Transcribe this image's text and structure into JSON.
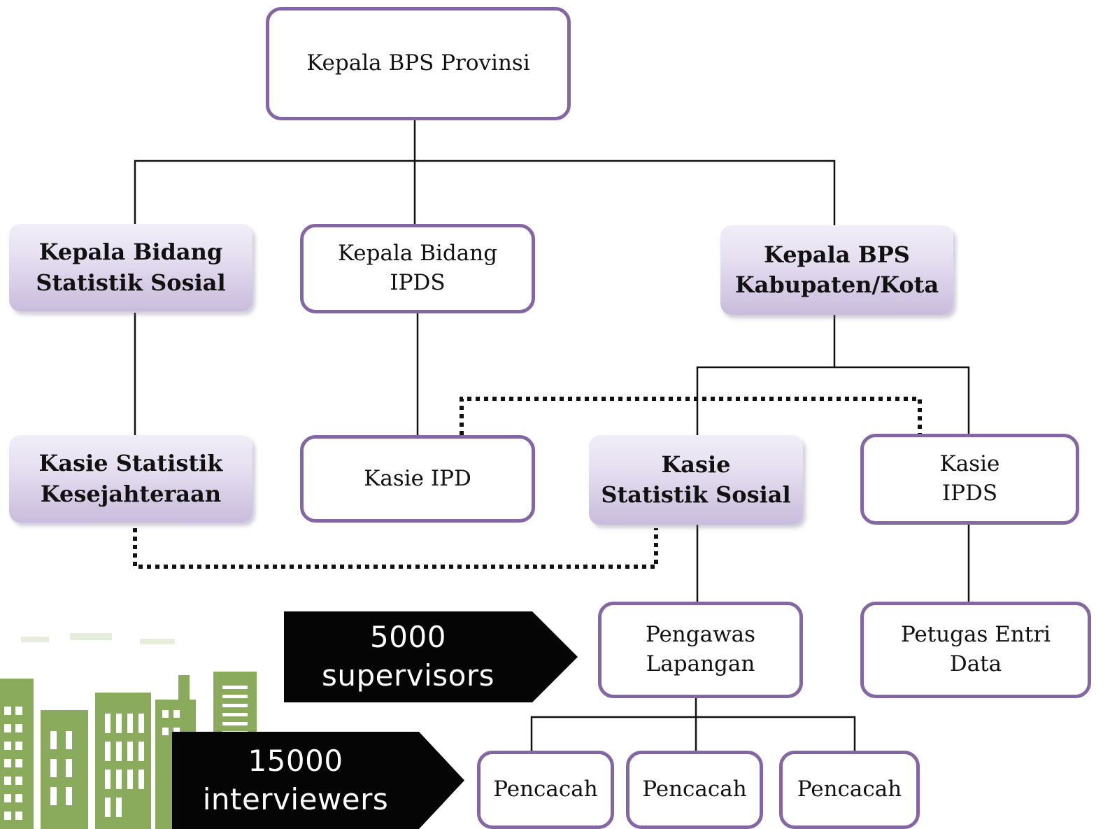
{
  "colors": {
    "box_border": "#8466a4",
    "box_fill_light": "#f1eef8",
    "box_fill_dark": "#c8bcdc",
    "connector": "#111111",
    "arrow_fill": "#050505",
    "arrow_text": "#ffffff",
    "building": "#8aab5c"
  },
  "org": {
    "head": "Kepala  BPS Provinsi",
    "bidang_sosial": "Kepala Bidang\nStatistik Sosial",
    "bidang_ipds": "Kepala  Bidang\nIPDS",
    "bps_kabkota": "Kepala BPS\nKabupaten/Kota",
    "kasie_kesejahteraan": "Kasie Statistik\nKesejahteraan",
    "kasie_ipd": "Kasie IPD",
    "kasie_sosial": "Kasie\nStatistik Sosial",
    "kasie_ipds": "Kasie\nIPDS",
    "pengawas": "Pengawas\nLapangan",
    "entri": "Petugas Entri\nData",
    "pencacah": [
      "Pencacah",
      "Pencacah",
      "Pencacah"
    ]
  },
  "callouts": {
    "supervisors": "5000\nsupervisors",
    "interviewers": "15000\ninterviewers"
  },
  "decoration": {
    "buildings_icon": "city-buildings-icon"
  }
}
